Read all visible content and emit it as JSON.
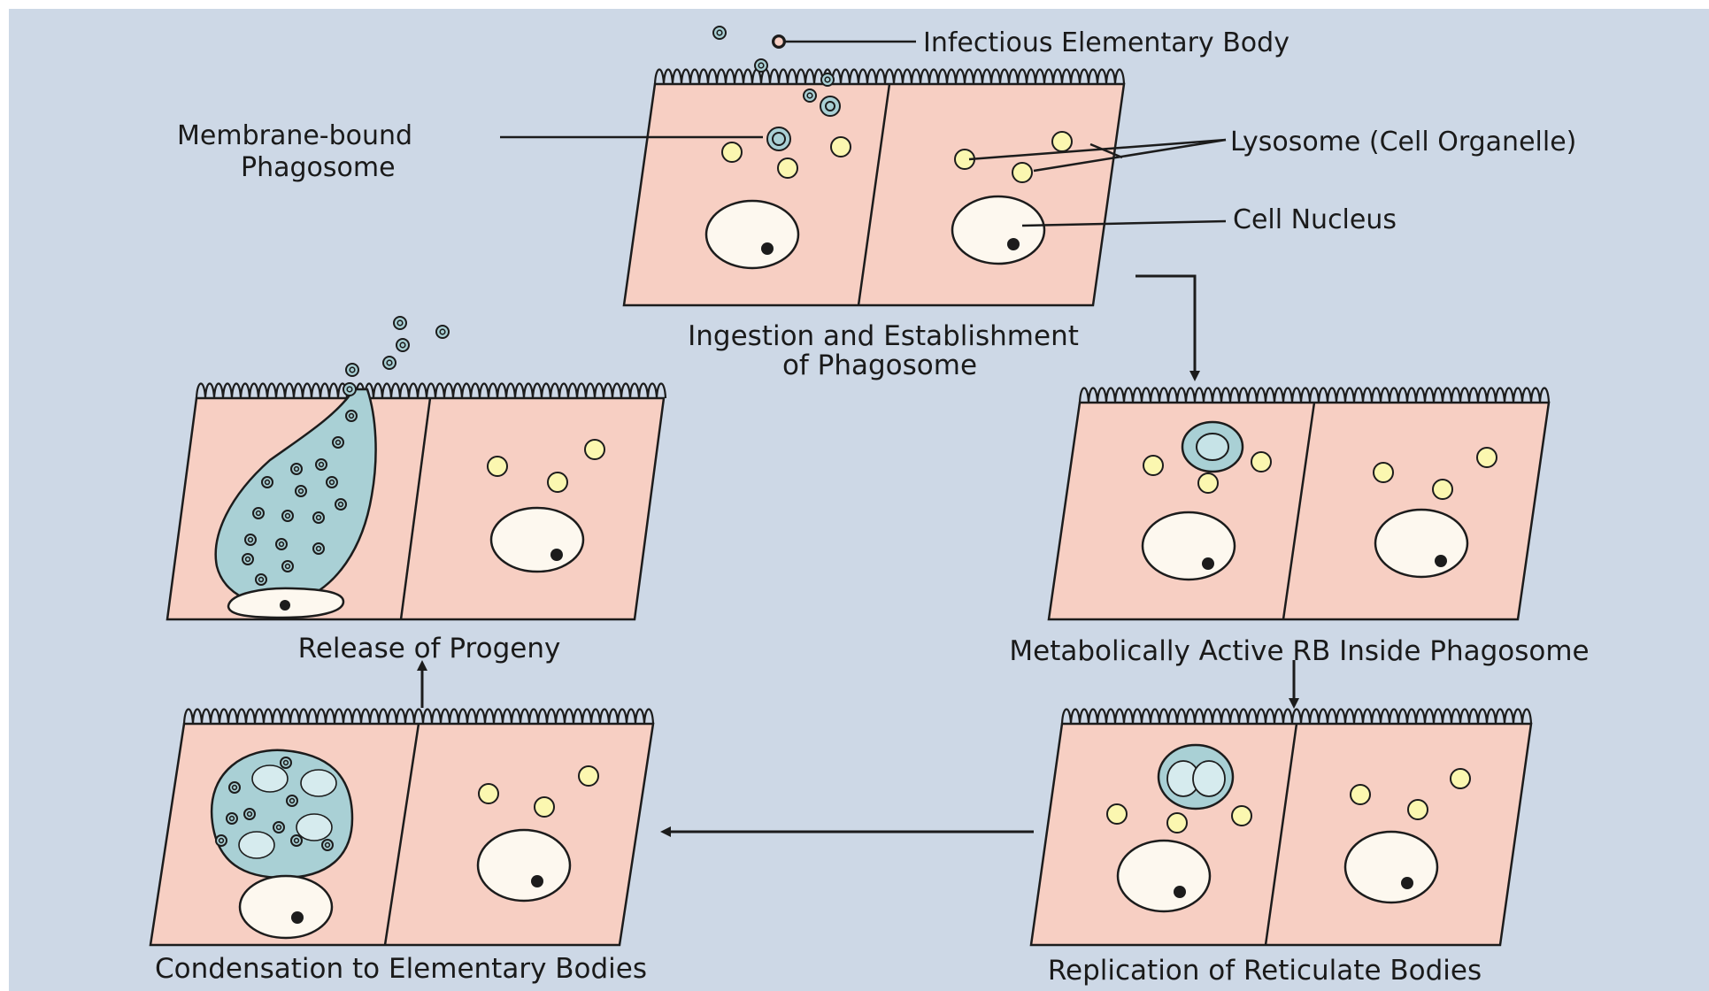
{
  "colors": {
    "background": "#cdd8e6",
    "cell_fill": "#f7cfc3",
    "outline": "#1c1c1c",
    "lysosome": "#fbf7b0",
    "phagosome": "#a9d0d5",
    "nucleus": "#fdf8ef"
  },
  "icons": [
    "elementary-body-icon",
    "lysosome-icon",
    "nucleus-icon",
    "phagosome-icon",
    "arrow-icon"
  ],
  "labels": {
    "infectious_body": "Infectious Elementary Body",
    "membrane_line1": "Membrane-bound",
    "membrane_line2": "Phagosome",
    "lysosome": "Lysosome (Cell Organelle)",
    "nucleus": "Cell Nucleus"
  },
  "stages": [
    {
      "id": "ingestion",
      "caption_line1": "Ingestion and Establishment",
      "caption_line2": "of Phagosome"
    },
    {
      "id": "metabolic",
      "caption_line1": "Metabolically Active RB Inside Phagosome",
      "caption_line2": ""
    },
    {
      "id": "replication",
      "caption_line1": "Replication of Reticulate Bodies",
      "caption_line2": ""
    },
    {
      "id": "condensation",
      "caption_line1": "Condensation to Elementary Bodies",
      "caption_line2": ""
    },
    {
      "id": "release",
      "caption_line1": "Release of Progeny",
      "caption_line2": ""
    }
  ]
}
